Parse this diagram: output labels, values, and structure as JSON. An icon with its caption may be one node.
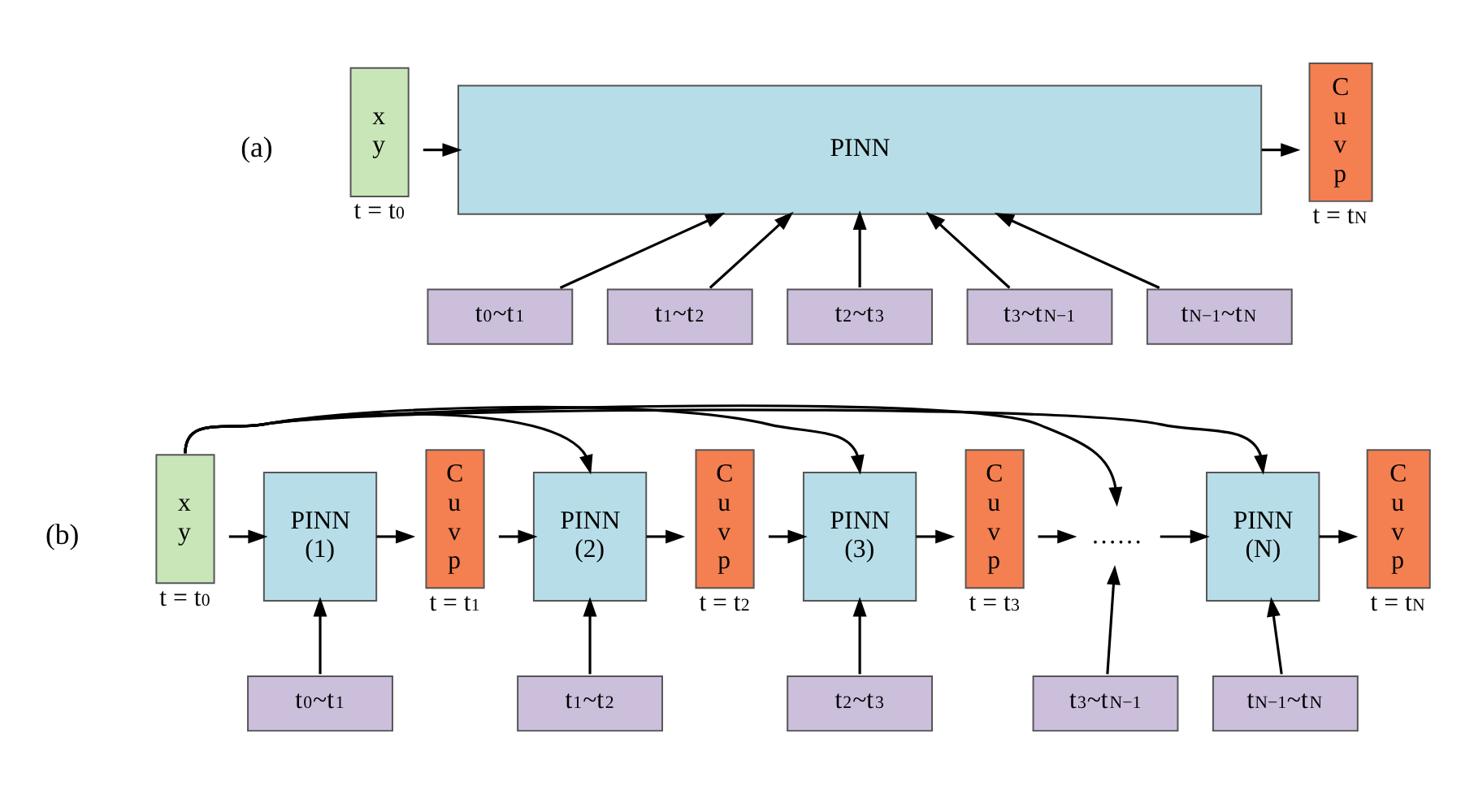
{
  "diagram": {
    "nodes": [
      {
        "text": [
          "x",
          "y"
        ],
        "beside": [
          "t = t$_{0}$"
        ]
      },
      {
        "text": [
          "PINN"
        ]
      },
      {
        "text": [
          "C",
          "u",
          "v",
          "p"
        ],
        "beside": [
          "t = t$_{N}$"
        ]
      },
      {
        "text": [
          "t$_{0}$~t$_{1}$"
        ]
      },
      {
        "text": [
          "t$_{1}$~t$_{2}$"
        ]
      },
      {
        "text": [
          "t$_{2}$~t$_{3}$"
        ]
      },
      {
        "text": [
          "t$_{3}$~t$_{N−1}$"
        ]
      },
      {
        "text": [
          "t$_{N−1}$~t$_{N}$"
        ]
      },
      {
        "text": [
          "x",
          "y"
        ],
        "beside": [
          "t = t$_{0}$"
        ]
      },
      {
        "text": [
          "PINN",
          "(1)"
        ]
      },
      {
        "text": [
          "C",
          "u",
          "v",
          "p"
        ],
        "beside": [
          "t = t$_{1}$"
        ]
      },
      {
        "text": [
          "PINN",
          "(2)"
        ]
      },
      {
        "text": [
          "C",
          "u",
          "v",
          "p"
        ],
        "beside": [
          "t = t$_{2}$"
        ]
      },
      {
        "text": [
          "PINN",
          "(3)"
        ]
      },
      {
        "text": [
          "C",
          "u",
          "v",
          "p"
        ],
        "beside": [
          "t = t$_{3}$"
        ]
      },
      {
        "text": [
          "……"
        ]
      },
      {
        "text": [
          "PINN",
          "(N)"
        ]
      },
      {
        "text": [
          "C",
          "u",
          "v",
          "p"
        ],
        "beside": [
          "t = t$_{N}$"
        ]
      },
      {
        "text": [
          "t$_{0}$~t$_{1}$"
        ]
      },
      {
        "text": [
          "t$_{1}$~t$_{2}$"
        ]
      },
      {
        "text": [
          "t$_{2}$~t$_{3}$"
        ]
      },
      {
        "text": [
          "t$_{3}$~t$_{N−1}$"
        ]
      },
      {
        "text": [
          "t$_{N−1}$~t$_{N}$"
        ]
      }
    ],
    "edges": [
      {
        "from": 0,
        "to": 1,
        "arrow": "to"
      },
      {
        "from": 1,
        "to": 2,
        "arrow": "to"
      },
      {
        "from": 3,
        "to": 1,
        "arrow": "to"
      },
      {
        "from": 4,
        "to": 1,
        "arrow": "to"
      },
      {
        "from": 5,
        "to": 1,
        "arrow": "to"
      },
      {
        "from": 6,
        "to": 1,
        "arrow": "to"
      },
      {
        "from": 7,
        "to": 1,
        "arrow": "to"
      },
      {
        "from": 8,
        "to": 9,
        "arrow": "to"
      },
      {
        "from": 9,
        "to": 10,
        "arrow": "to"
      },
      {
        "from": 10,
        "to": 11,
        "arrow": "to"
      },
      {
        "from": 11,
        "to": 12,
        "arrow": "to"
      },
      {
        "from": 12,
        "to": 13,
        "arrow": "to"
      },
      {
        "from": 13,
        "to": 14,
        "arrow": "to"
      },
      {
        "from": 14,
        "to": 15,
        "arrow": "to"
      },
      {
        "from": 15,
        "to": 16,
        "arrow": "to"
      },
      {
        "from": 16,
        "to": 17,
        "arrow": "to"
      },
      {
        "from": 8,
        "to": 11,
        "arrow": "to"
      },
      {
        "from": 8,
        "to": 13,
        "arrow": "to"
      },
      {
        "from": 8,
        "to": 15,
        "arrow": "to"
      },
      {
        "from": 8,
        "to": 16,
        "arrow": "to"
      },
      {
        "from": 18,
        "to": 9,
        "arrow": "to"
      },
      {
        "from": 19,
        "to": 11,
        "arrow": "to"
      },
      {
        "from": 20,
        "to": 13,
        "arrow": "to"
      },
      {
        "from": 21,
        "to": 15,
        "arrow": "to"
      },
      {
        "from": 22,
        "to": 16,
        "arrow": "to"
      }
    ],
    "labels": [
      "(a)",
      "(b)"
    ]
  }
}
